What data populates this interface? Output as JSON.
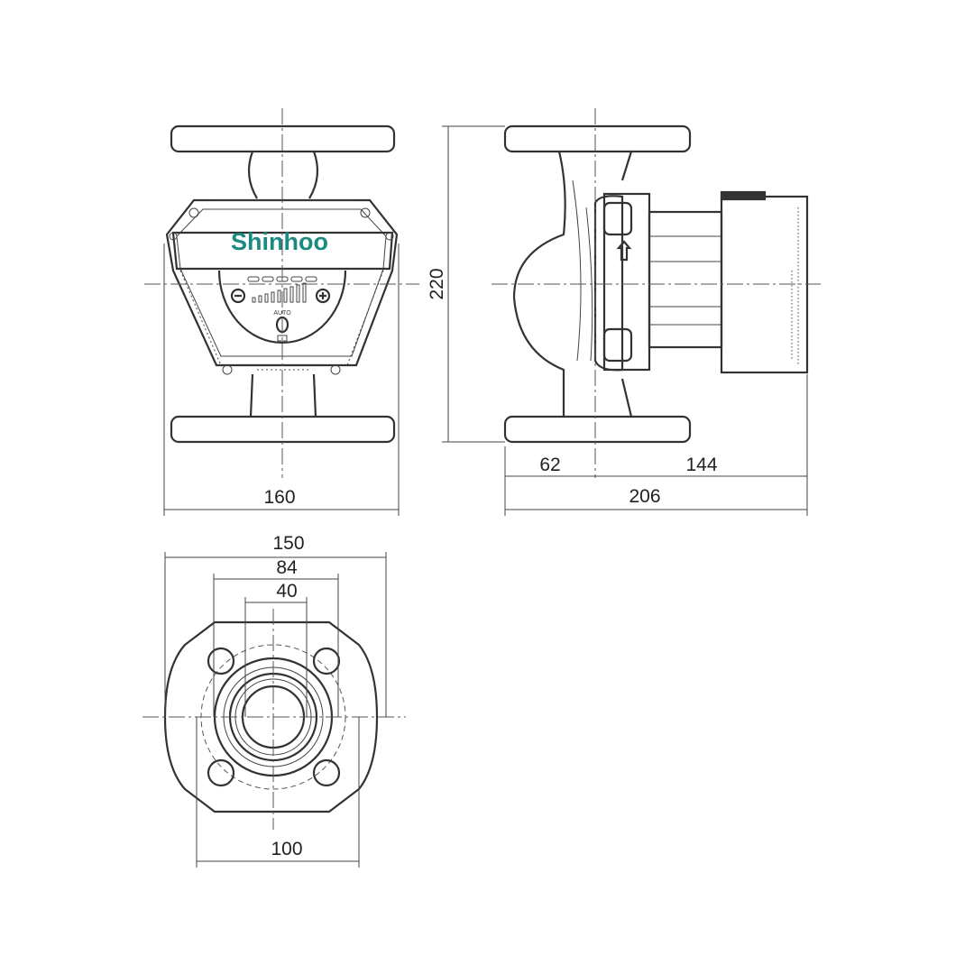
{
  "brand": {
    "logo_text": "Shinhoo",
    "color": "#1b8b82"
  },
  "control_panel": {
    "mode_label": "AUTO"
  },
  "dimensions": {
    "front_width": "160",
    "height": "220",
    "side_offset": "62",
    "side_motor": "144",
    "side_total": "206",
    "flange_width": "150",
    "bolt_spacing": "84",
    "bore": "40",
    "flange_height": "100"
  }
}
